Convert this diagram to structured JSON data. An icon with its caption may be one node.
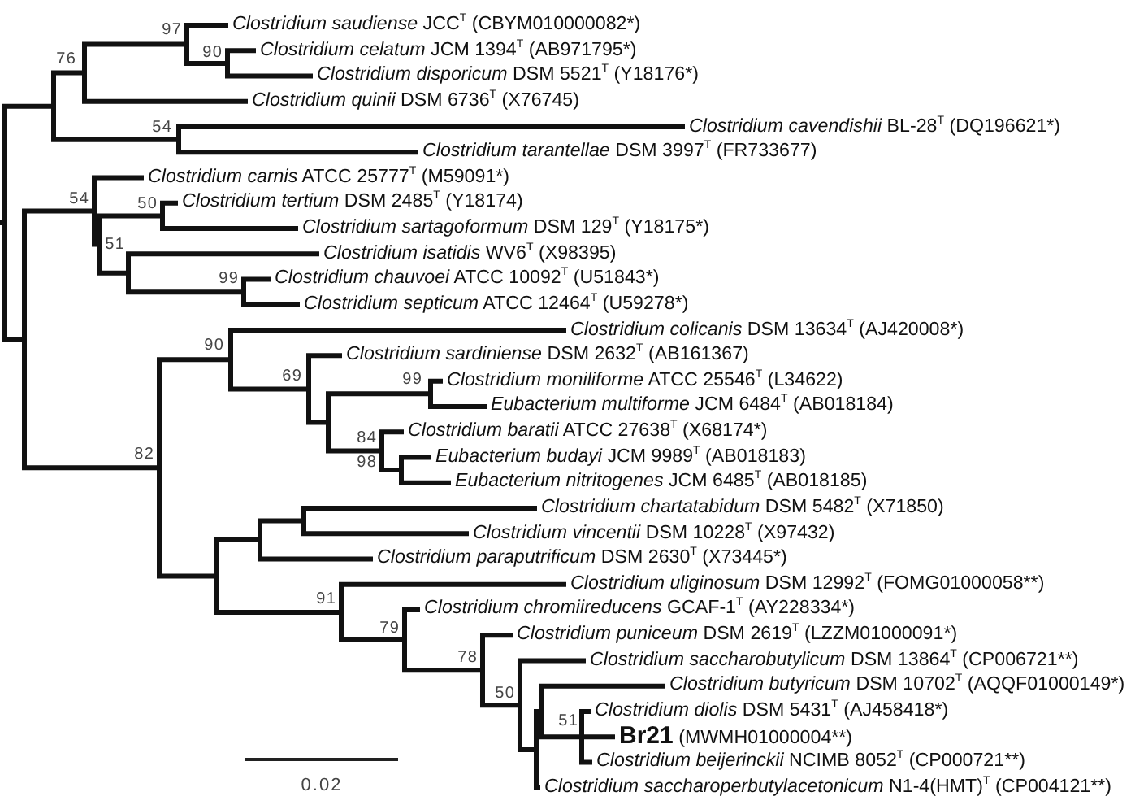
{
  "diagram": {
    "labels": [
      "97",
      "*Clostridium saudiense* JCC$^{T}$ (CBYM010000082*)",
      "90",
      "*Clostridium celatum* JCM 1394$^{T}$ (AB971795*)",
      "76",
      "*Clostridium disporicum* DSM 5521$^{T}$ (Y18176*)",
      "*Clostridium quinii* DSM 6736$^{T}$ (X76745)",
      "54",
      "*Clostridium cavendishii* BL-28$^{T}$ (DQ196621*)",
      "*Clostridium tarantellae* DSM 3997$^{T}$ (FR733677)",
      "*Clostridium carnis* ATCC 25777$^{T}$ (M59091*)",
      "54",
      "50",
      "*Clostridium tertium* DSM 2485$^{T}$ (Y18174)",
      "*Clostridium sartagoformum* DSM 129$^{T}$ (Y18175*)",
      "51",
      "*Clostridium isatidis* WV6$^{T}$ (X98395)",
      "99",
      "*Clostridium chauvoei* ATCC 10092$^{T}$ (U51843*)",
      "*Clostridium septicum* ATCC 12464$^{T}$ (U59278*)",
      "*Clostridium colicanis* DSM 13634$^{T}$ (AJ420008*)",
      "90",
      "*Clostridium sardiniense* DSM 2632$^{T}$ (AB161367)",
      "69",
      "99",
      "*Clostridium moniliforme* ATCC 25546$^{T}$ (L34622)",
      "*Eubacterium multiforme* JCM 6484$^{T}$ (AB018184)",
      "84",
      "*Clostridium baratii* ATCC 27638$^{T}$ (X68174*)",
      "82",
      "98",
      "*Eubacterium budayi* JCM 9989$^{T}$ (AB018183)",
      "*Eubacterium nitritogenes* JCM 6485$^{T}$ (AB018185)",
      "*Clostridium chartatabidum* DSM 5482$^{T}$ (X71850)",
      "*Clostridium vincentii* DSM 10228$^{T}$ (X97432)",
      "*Clostridium paraputrificum* DSM 2630$^{T}$ (X73445*)",
      "*Clostridium uliginosum* DSM 12992$^{T}$ (FOMG01000058**)",
      "91",
      "*Clostridium chromiireducens* GCAF-1$^{T}$ (AY228334*)",
      "79",
      "*Clostridium puniceum* DSM 2619$^{T}$ (LZZM01000091*)",
      "78",
      "*Clostridium saccharobutylicum* DSM 13864$^{T}$ (CP006721**)",
      "*Clostridium butyricum* DSM 10702$^{T}$ (AQQF01000149*)",
      "50",
      "51",
      "*Clostridium diolis* DSM 5431$^{T}$ (AJ458418*)",
      "**Br21** (MWMH01000004**)",
      "*Clostridium beijerinckii* NCIMB 8052$^{T}$ (CP000721**)",
      "0.02",
      "*Clostridium saccharoperbutylacetonicum* N1-4(HMT)$^{T}$ (CP004121**)"
    ]
  }
}
